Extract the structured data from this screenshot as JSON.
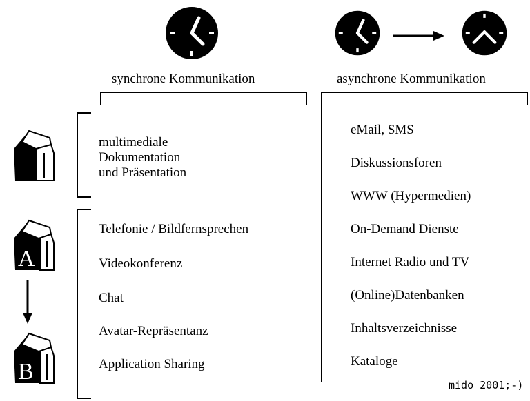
{
  "headers": {
    "sync": "synchrone Kommunikation",
    "async": "asynchrone Kommunikation"
  },
  "sync_group": {
    "top_items": [
      "multimediale",
      "Dokumentation",
      "und Präsentation"
    ],
    "bottom_items": [
      "Telefonie / Bildfernsprechen",
      "Videokonferenz",
      "Chat",
      "Avatar-Repräsentanz",
      "Application Sharing"
    ]
  },
  "async_items": [
    "eMail, SMS",
    "Diskussionsforen",
    "WWW (Hypermedien)",
    "On-Demand Dienste",
    "Internet Radio und TV",
    "(Online)Datenbanken",
    "Inhaltsverzeichnisse",
    "Kataloge"
  ],
  "houses": {
    "a_label": "A",
    "b_label": "B"
  },
  "icons": [
    "clock-icon",
    "arrow-right-icon",
    "house-icon",
    "arrow-down-icon"
  ],
  "credit": "mido 2001;-)"
}
